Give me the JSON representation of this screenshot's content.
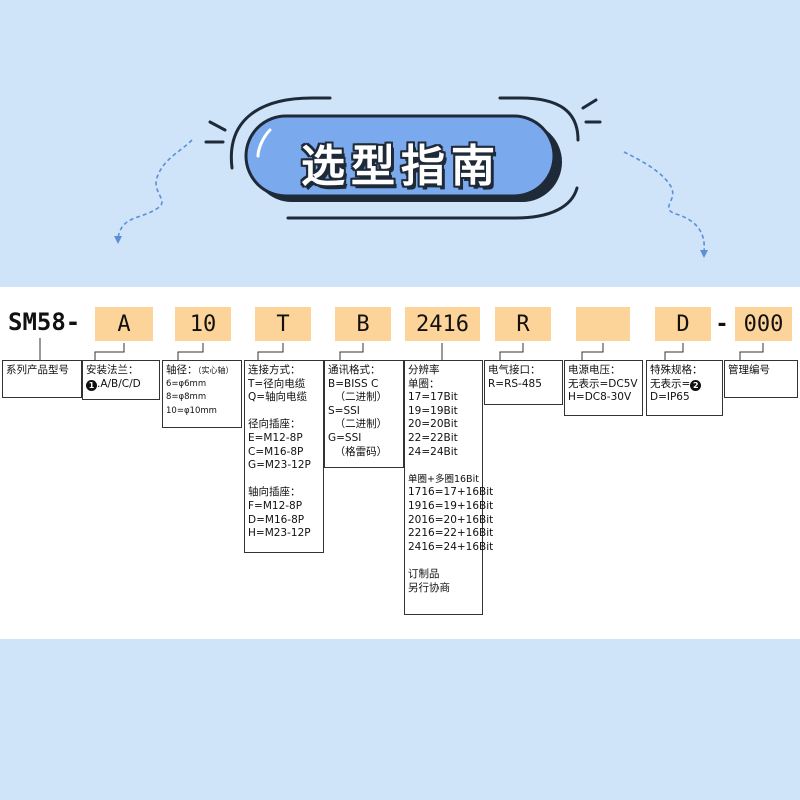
{
  "title": "选型指南",
  "model_prefix": "SM58-",
  "segments": [
    {
      "id": "flange",
      "value": "A"
    },
    {
      "id": "shaft",
      "value": "10"
    },
    {
      "id": "connection",
      "value": "T"
    },
    {
      "id": "protocol",
      "value": "B"
    },
    {
      "id": "resolution",
      "value": "2416"
    },
    {
      "id": "interface",
      "value": "R"
    },
    {
      "id": "voltage",
      "value": ""
    },
    {
      "id": "special",
      "value": "D"
    },
    {
      "id": "management",
      "value": "000"
    }
  ],
  "dash": "-",
  "boxes": {
    "series": {
      "lines": [
        "系列产品型号"
      ]
    },
    "flange": {
      "title": "安装法兰：",
      "badge": "1",
      "line": ".A/B/C/D"
    },
    "shaft": {
      "title": "轴径：",
      "title_note": "（实心轴）",
      "lines": [
        "6=φ6mm",
        "8=φ8mm",
        "10=φ10mm"
      ]
    },
    "connection": {
      "lines": [
        "连接方式：",
        "T=径向电缆",
        "Q=轴向电缆",
        "",
        "径向插座：",
        "E=M12-8P",
        "C=M16-8P",
        "G=M23-12P",
        "",
        "轴向插座：",
        "F=M12-8P",
        "D=M16-8P",
        "H=M23-12P"
      ]
    },
    "protocol": {
      "lines": [
        "通讯格式：",
        "B=BISS C",
        "  （二进制）",
        "S=SSI",
        "  （二进制）",
        "G=SSI",
        "  （格雷码）"
      ]
    },
    "resolution": {
      "lines": [
        "分辨率",
        "单圈：",
        "17=17Bit",
        "19=19Bit",
        "20=20Bit",
        "22=22Bit",
        "24=24Bit",
        "",
        "单圈+多圈16Bit",
        "1716=17+16Bit",
        "1916=19+16Bit",
        "2016=20+16Bit",
        "2216=22+16Bit",
        "2416=24+16Bit",
        "",
        "订制品",
        "另行协商"
      ]
    },
    "interface": {
      "lines": [
        "电气接口：",
        "R=RS-485"
      ]
    },
    "voltage": {
      "lines": [
        "电源电压：",
        "无表示=DC5V",
        "H=DC8-30V"
      ]
    },
    "special": {
      "title": "特殊规格：",
      "line": "无表示=",
      "badge": "2",
      "line2": "D=IP65"
    },
    "management": {
      "lines": [
        "管理编号"
      ]
    }
  },
  "colors": {
    "sky": "#cfe3f9",
    "segment": "#fcd398",
    "pill": "#7aa9ee",
    "pill_dark": "#4e7fd0",
    "outline": "#1f2a38",
    "arrow": "#5b8fd8"
  }
}
